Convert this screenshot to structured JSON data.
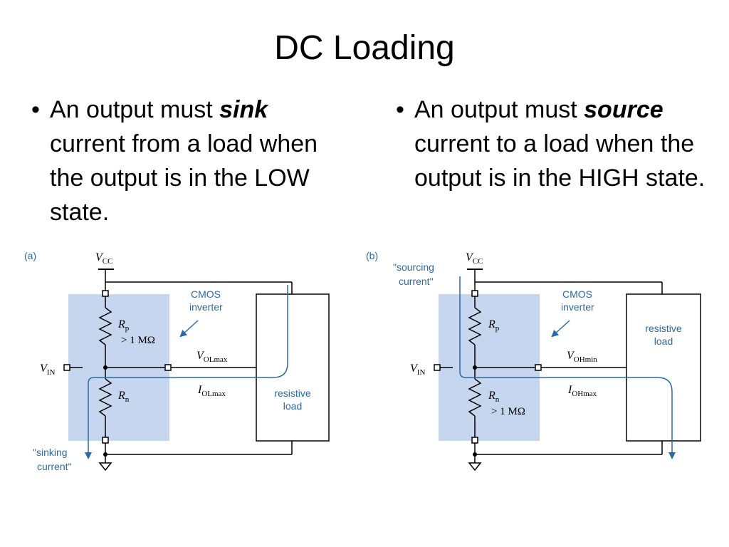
{
  "title": "DC Loading",
  "bullets": [
    {
      "prefix": "An output must ",
      "emphasis": "sink",
      "rest": " current from a load when the output is in the LOW state."
    },
    {
      "prefix": "An output must ",
      "emphasis": "source",
      "rest": " current to a load when the output is in the HIGH state."
    }
  ],
  "diagram_a": {
    "panel": "(a)",
    "vcc": "V",
    "vcc_sub": "CC",
    "cmos": [
      "CMOS",
      "inverter"
    ],
    "rp": "R",
    "rp_sub": "p",
    "rp_val": "> 1 MΩ",
    "rn": "R",
    "rn_sub": "n",
    "vin": "V",
    "vin_sub": "IN",
    "vout": "V",
    "vout_sub": "OLmax",
    "iout": "I",
    "iout_sub": "OLmax",
    "load": [
      "resistive",
      "load"
    ],
    "current": [
      "\"sinking",
      "current\""
    ]
  },
  "diagram_b": {
    "panel": "(b)",
    "vcc": "V",
    "vcc_sub": "CC",
    "cmos": [
      "CMOS",
      "inverter"
    ],
    "rp": "R",
    "rp_sub": "p",
    "rn": "R",
    "rn_sub": "n",
    "rn_val": "> 1 MΩ",
    "vin": "V",
    "vin_sub": "IN",
    "vout": "V",
    "vout_sub": "OHmin",
    "iout": "I",
    "iout_sub": "OHmax",
    "load": [
      "resistive",
      "load"
    ],
    "current": [
      "\"sourcing",
      "current\""
    ]
  },
  "colors": {
    "shade": "#c5d6ee",
    "current": "#2a6aa8",
    "label": "#2a6aa8"
  }
}
